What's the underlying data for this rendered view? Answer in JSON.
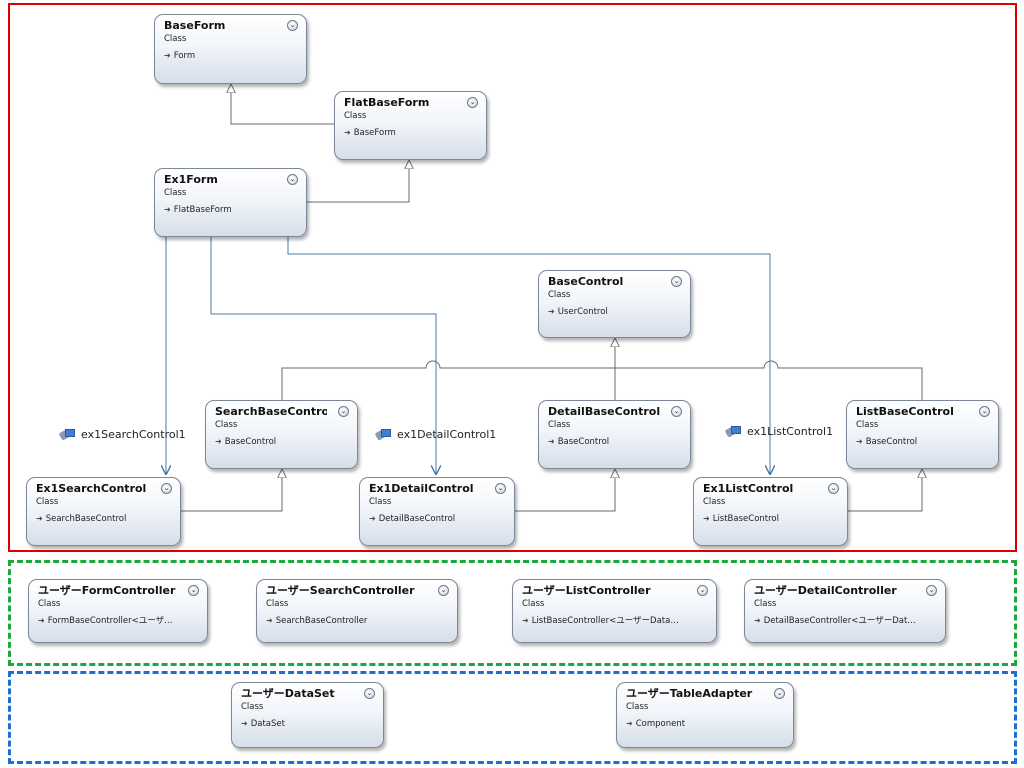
{
  "ui": {
    "expand_glyph": "⌄",
    "inherit_glyph": "➜",
    "region_colors": {
      "ui_layer": "#e00000",
      "controller_layer": "#1aa83a",
      "data_layer": "#1e6fd0"
    },
    "connector_color": "#4a7ba6",
    "inheritance_color": "#6a6a6a"
  },
  "classes": {
    "baseform": {
      "name": "BaseForm",
      "type": "Class",
      "base": "Form"
    },
    "flatbaseform": {
      "name": "FlatBaseForm",
      "type": "Class",
      "base": "BaseForm"
    },
    "ex1form": {
      "name": "Ex1Form",
      "type": "Class",
      "base": "FlatBaseForm"
    },
    "basecontrol": {
      "name": "BaseControl",
      "type": "Class",
      "base": "UserControl"
    },
    "searchbasecontrol": {
      "name": "SearchBaseControl",
      "type": "Class",
      "base": "BaseControl"
    },
    "detailbasecontrol": {
      "name": "DetailBaseControl",
      "type": "Class",
      "base": "BaseControl"
    },
    "listbasecontrol": {
      "name": "ListBaseControl",
      "type": "Class",
      "base": "BaseControl"
    },
    "ex1searchcontrol": {
      "name": "Ex1SearchControl",
      "type": "Class",
      "base": "SearchBaseControl"
    },
    "ex1detailcontrol": {
      "name": "Ex1DetailControl",
      "type": "Class",
      "base": "DetailBaseControl"
    },
    "ex1listcontrol": {
      "name": "Ex1ListControl",
      "type": "Class",
      "base": "ListBaseControl"
    },
    "formcontroller": {
      "name": "ユーザーFormController",
      "type": "Class",
      "base": "FormBaseController<ユーザ…"
    },
    "searchcontroller": {
      "name": "ユーザーSearchController",
      "type": "Class",
      "base": "SearchBaseController"
    },
    "listcontroller": {
      "name": "ユーザーListController",
      "type": "Class",
      "base": "ListBaseController<ユーザーData…"
    },
    "detailcontroller": {
      "name": "ユーザーDetailController",
      "type": "Class",
      "base": "DetailBaseController<ユーザーDat…"
    },
    "dataset": {
      "name": "ユーザーDataSet",
      "type": "Class",
      "base": "DataSet"
    },
    "tableadapter": {
      "name": "ユーザーTableAdapter",
      "type": "Class",
      "base": "Component"
    }
  },
  "associations": {
    "search": "ex1SearchControl1",
    "detail": "ex1DetailControl1",
    "list": "ex1ListControl1"
  }
}
